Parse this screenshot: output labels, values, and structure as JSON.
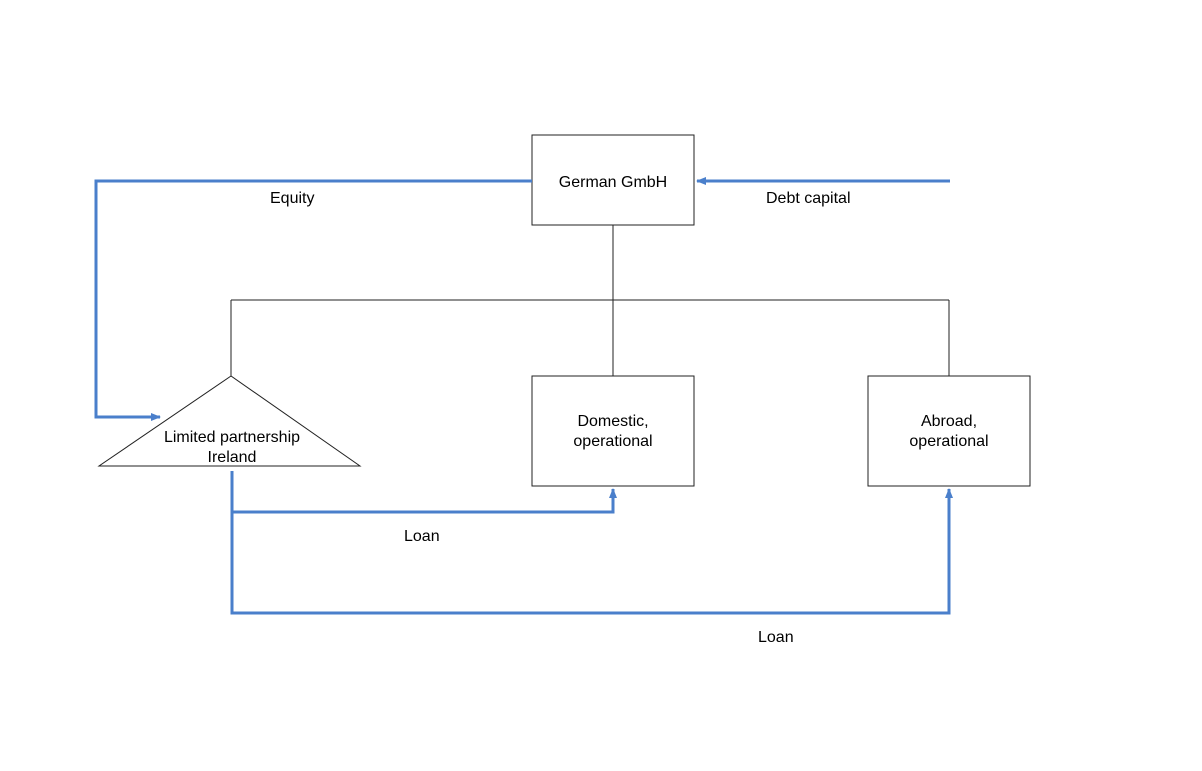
{
  "colors": {
    "flow": "#4a7fcb",
    "outline": "#222222"
  },
  "nodes": {
    "german_gmbh": {
      "label": "German GmbH"
    },
    "limited_partnership": {
      "label_line1": "Limited partnership",
      "label_line2": "Ireland"
    },
    "domestic": {
      "label_line1": "Domestic,",
      "label_line2": "operational"
    },
    "abroad": {
      "label_line1": "Abroad,",
      "label_line2": "operational"
    }
  },
  "edges": {
    "equity": {
      "label": "Equity"
    },
    "debt_capital": {
      "label": "Debt capital"
    },
    "loan_domestic": {
      "label": "Loan"
    },
    "loan_abroad": {
      "label": "Loan"
    }
  }
}
